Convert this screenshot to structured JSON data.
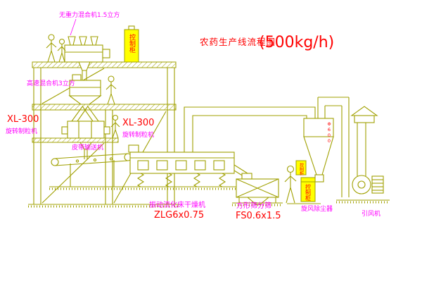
{
  "colors": {
    "background": "#ffffff",
    "drawing_line": "#a0a000",
    "label_magenta": "#ff00ff",
    "label_red": "#ff0000",
    "cabinet_yellow": "#ffff00"
  },
  "title": {
    "main": "农药生产线流程图",
    "capacity": "(500kg/h)"
  },
  "equipment": {
    "gravity_mixer": {
      "label": "无重力混合机1.5立方"
    },
    "high_speed_mixer": {
      "label": "高速混合机3立方"
    },
    "granulator_left": {
      "model": "XL-300",
      "label": "旋转制粒机"
    },
    "granulator_mid": {
      "model": "XL-300",
      "label": "旋转制粒机"
    },
    "belt_conveyor": {
      "label": "皮带输送机"
    },
    "fluid_bed_dryer": {
      "label": "振动流化床干燥机",
      "model": "ZLG6x0.75"
    },
    "square_sieve": {
      "label": "方形筛分筛",
      "model": "FS0.6x1.5"
    },
    "cyclone": {
      "label": "旋风除尘器",
      "dimension": "Φ600"
    },
    "fan": {
      "label": "引风机"
    },
    "cabinet_top": {
      "label": "控制柜"
    },
    "cabinet_small": {
      "label": "控制柜"
    },
    "cabinet_large": {
      "label": "控制柜"
    }
  }
}
